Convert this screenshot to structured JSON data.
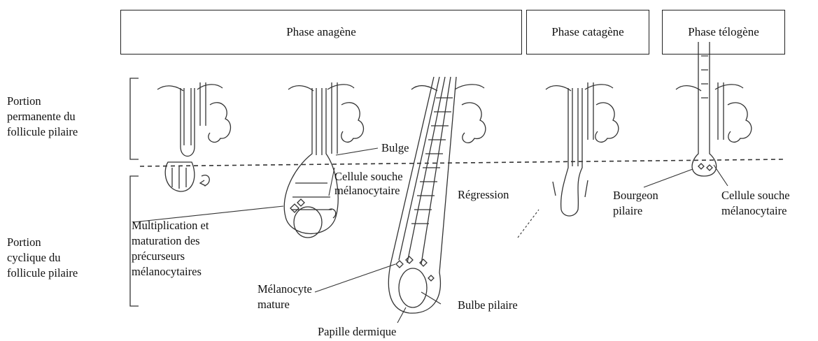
{
  "phases": {
    "anagen": "Phase anagène",
    "catagen": "Phase catagène",
    "telogen": "Phase télogène"
  },
  "sides": {
    "permanent": [
      "Portion",
      "permanente du",
      "follicule pilaire"
    ],
    "cyclic": [
      "Portion",
      "cyclique du",
      "follicule pilaire"
    ]
  },
  "labels": {
    "bulge": "Bulge",
    "stem_cell_1": [
      "Cellule souche",
      "mélanocytaire"
    ],
    "regression": "Régression",
    "bourgeon": [
      "Bourgeon",
      "pilaire"
    ],
    "stem_cell_2": [
      "Cellule souche",
      "mélanocytaire"
    ],
    "multiplication": [
      "Multiplication et",
      "maturation des",
      "précurseurs",
      "mélanocytaires"
    ],
    "melanocyte": [
      "Mélanocyte",
      "mature"
    ],
    "bulbe": "Bulbe pilaire",
    "papille": "Papille dermique"
  }
}
